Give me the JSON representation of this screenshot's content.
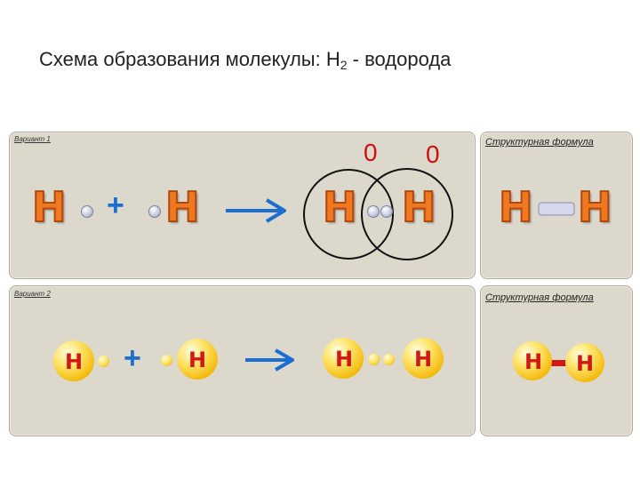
{
  "title": {
    "main": "Схема образования молекулы: Н",
    "sub": "2",
    "rest": " - водорода"
  },
  "variant1": {
    "label": "Вариант 1",
    "h_left": "Н",
    "plus": "+",
    "h_right": "Н",
    "zero_left": "0",
    "zero_right": "0",
    "h_mol_left": "Н",
    "h_mol_right": "Н"
  },
  "structural1": {
    "label": "Структурная формула",
    "h_left": "Н",
    "h_right": "Н"
  },
  "variant2": {
    "label": "Вариант 2",
    "h_left": "H",
    "plus": "+",
    "h_right": "H",
    "h_mol_left": "H",
    "h_mol_right": "H"
  },
  "structural2": {
    "label": "Структурная формула",
    "h_left": "H",
    "h_right": "H"
  },
  "colors": {
    "arrow": "#1a6fd0",
    "electron": "#c6c8de",
    "bond_bar": "#d01818",
    "atom_letter": "#f07820"
  },
  "icons": [
    "arrow-right-icon",
    "plus-icon"
  ]
}
